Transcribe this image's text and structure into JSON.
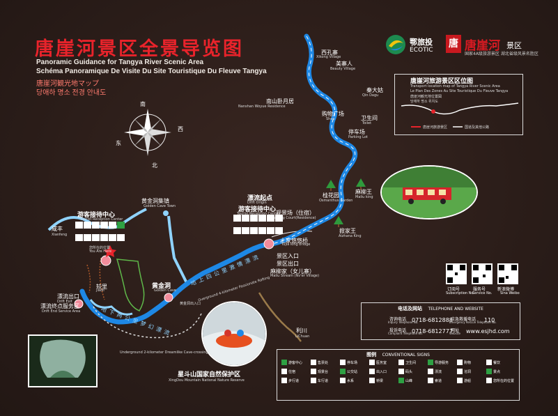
{
  "title": {
    "zh": "唐崖河景区全景导览图",
    "en": "Panoramic Guidance for Tangya River Scenic Area",
    "fr": "Schéma Panoramique De Visite Du Site Touristique Du Fleuve Tangya",
    "ja": "唐崖河観光地マップ",
    "ko": "당애하 명소 전경 안내도"
  },
  "brand": {
    "ecotic_zh": "鄂旅投",
    "ecotic_en": "ECOTIC",
    "seal": "唐",
    "name": "唐崖河",
    "name_suffix": "景区",
    "subline": "国家4A级旅游景区   湖北省级风景名胜区"
  },
  "compass": {
    "n": "北",
    "s": "南",
    "e": "东",
    "w": "西",
    "c_n": "北",
    "c_s": "南",
    "c_e": "东",
    "c_w": "西"
  },
  "location_map": {
    "title_zh": "唐崖河旅游景区区位图",
    "title_en": "Transport location map of Tangya River Scenic Area",
    "title_fr": "Le Plan Des Zones Au Site Touristique Du Fleuve Tangya",
    "title_ja": "唐崖河観光地位置図",
    "title_ko": "당애하 명소 위치도",
    "legend1": "唐崖河旅游景区",
    "legend2": "国道及其他公路"
  },
  "places": {
    "xianfeng": {
      "zh": "咸丰",
      "en": "Xianfeng"
    },
    "lichuan": {
      "zh": "利川",
      "en": "LiChuan"
    },
    "visitor_center_left": {
      "zh": "游客接待中心",
      "en": "Tourist Reception Center"
    },
    "golden_cave_town": {
      "zh": "黄金洞集镇",
      "en": "Golden Cave Town"
    },
    "golden_cave": {
      "zh": "黄金洞",
      "en": "Golden Cave"
    },
    "drift_origin": {
      "zh": "漂流起点",
      "en": "Drift Origin"
    },
    "visitor_center_mid": {
      "zh": "游客接待中心",
      "en": "Tourist Reception Center"
    },
    "drift_exit": {
      "zh": "漂流出口",
      "en": "Drift Exit"
    },
    "drift_end": {
      "zh": "漂流终点服务区",
      "en": "Drift End Service Area"
    },
    "you_are_here": {
      "zh": "您所在的位置",
      "en": "You Are Here"
    },
    "xingdou": {
      "zh": "星斗山国家自然保护区",
      "en": "XingDou Mountain National Nature Reserve"
    },
    "underground": {
      "zh": "地下两公里梦幻漂流",
      "en": "Underground 2-kilometer Dreamlike Cave-crossing"
    },
    "overground": {
      "zh": "地上四公里激情漂流",
      "en": "Overground 4-kilometer Passionate Rafting"
    },
    "guanjing": {
      "zh": "观景场（住宿）",
      "en": "Xian Lang Court(Residence)"
    },
    "tujia_bridge": {
      "zh": "土家悠悠桥",
      "en": "Tujia long bridge"
    },
    "jingqu_rukou": {
      "zh": "景区入口",
      "en": "Scenic Area Entrance"
    },
    "jingqu_chukou": {
      "zh": "景区出口",
      "en": "Scenic Area Exit"
    },
    "malianjia": {
      "zh": "麻柳家（女儿寨）",
      "en": "Maliu Stream (Nv'er Village)"
    },
    "guihuayuan": {
      "zh": "桂花园",
      "en": "Osmanthus Garden"
    },
    "malinwang": {
      "zh": "麻柳王",
      "en": "Maliu king"
    },
    "ganruwang": {
      "zh": "掀家王",
      "en": "Aizhana King"
    },
    "tingchechang": {
      "zh": "停车场",
      "en": "Parking Lot"
    },
    "weishengjian": {
      "zh": "卫生间",
      "en": "Toilet"
    },
    "gouwu": {
      "zh": "购物广场",
      "en": "Shop"
    },
    "nanshan": {
      "zh": "南山卧月居",
      "en": "Nanshan Woyue Residence"
    },
    "qinda": {
      "zh": "秦大姑",
      "en": "Qin Dagu"
    },
    "meishan": {
      "zh": "美寨人",
      "en": "Beauty Village"
    },
    "xisheng": {
      "zh": "西孔寨",
      "en": "Xikong Village"
    },
    "in_entrance": {
      "zh": "黄金洞出入口",
      "en": "Golden Cave Entrance"
    },
    "jiuxian": {
      "zh": "较里",
      "en": "Jiaoli"
    }
  },
  "qr": [
    {
      "zh": "订阅号",
      "en": "Subscription No."
    },
    {
      "zh": "服务号",
      "en": "Service No."
    },
    {
      "zh": "新浪微博",
      "en": "Sina Weibo"
    }
  ],
  "contact": {
    "title_zh": "电话及网站",
    "title_en": "TELEPHONE AND WEBSITE",
    "inquiry_zh": "咨询电话",
    "inquiry_en": "Inquiry Telephone No.",
    "inquiry_no": "0718-6812888",
    "emergency_zh": "应急救援电话",
    "emergency_en": "Emergency Rescue Telephone No.",
    "emergency_no": "110",
    "complaint_zh": "投诉电话",
    "complaint_en": "Complaint Telephone No.",
    "complaint_no": "0718-6812777",
    "web_zh": "网址",
    "web_en": "Website",
    "web": "www.esjhd.com"
  },
  "legend": {
    "title_zh": "图例",
    "title_en": "CONVENTIONAL SIGNS",
    "items": [
      "游客中心",
      "售票处",
      "停车场",
      "医务室",
      "卫生间",
      "导游服务",
      "购物",
      "餐饮",
      "住宿",
      "观景台",
      "公交站",
      "出入口",
      "码头",
      "漂流",
      "溶洞",
      "景点",
      "步行道",
      "车行道",
      "水系",
      "桥梁",
      "山峰",
      "索道",
      "游船",
      "您所在的位置"
    ]
  },
  "colors": {
    "river": "#1e88e5",
    "river_light": "#8fd3ff",
    "title_red": "#e8232b",
    "background": "#2b1d19",
    "route_brown": "#7a4a2a"
  }
}
